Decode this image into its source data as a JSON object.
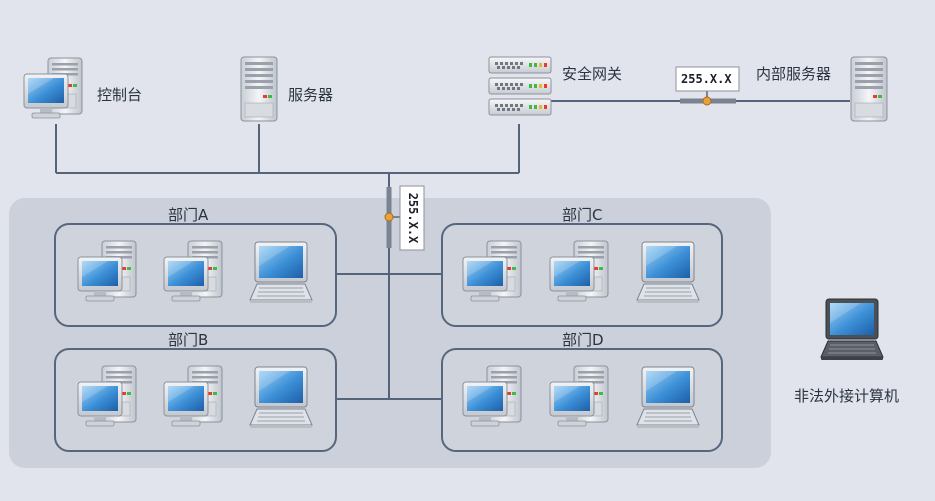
{
  "top": {
    "console_label": "控制台",
    "server_label": "服务器",
    "gateway_label": "安全网关",
    "internal_server_label": "内部服务器"
  },
  "ip_tags": {
    "gateway_tag": "255.X.X",
    "core_tag": "255.X.X"
  },
  "departments": [
    {
      "name": "部门A"
    },
    {
      "name": "部门B"
    },
    {
      "name": "部门C"
    },
    {
      "name": "部门D"
    }
  ],
  "illegal_device_label": "非法外接计算机",
  "colors": {
    "background": "#e1e4ec",
    "lan_zone": "#ccd0da",
    "line": "#55647a",
    "screen": "#3b8fd6"
  }
}
